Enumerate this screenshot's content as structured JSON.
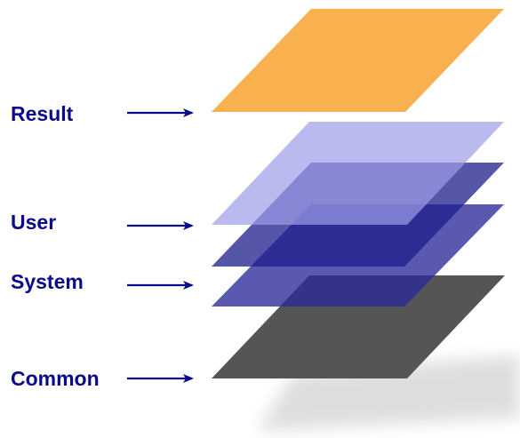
{
  "labels": {
    "result": "Result",
    "user": "User",
    "system": "System",
    "common": "Common"
  },
  "colors": {
    "label_text": "#0a0a8c",
    "arrow": "#0a0a8c",
    "result_layer": "#f9b150",
    "user_layer": "#9c9ce8",
    "system_layer": "#2a2a9a",
    "common_layer": "#555555",
    "shadow": "#d8d8d8"
  }
}
